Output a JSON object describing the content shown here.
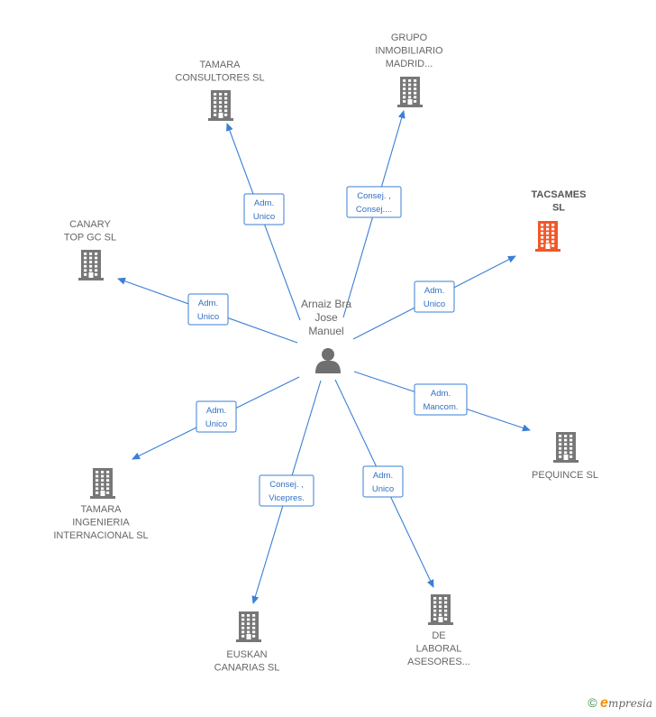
{
  "center": {
    "name_lines": [
      "Arnaiz Bra",
      "Jose",
      "Manuel"
    ],
    "icon": "person-icon"
  },
  "companies": [
    {
      "id": "tamara-consultores",
      "name_lines": [
        "TAMARA",
        "CONSULTORES SL"
      ],
      "icon": "building-icon",
      "color": "#777777"
    },
    {
      "id": "grupo-inmobiliario",
      "name_lines": [
        "GRUPO",
        "INMOBILIARIO",
        "MADRID..."
      ],
      "icon": "building-icon",
      "color": "#777777"
    },
    {
      "id": "tacsames",
      "name_lines": [
        "TACSAMES",
        "SL"
      ],
      "icon": "building-icon",
      "color": "#f0582a",
      "highlight": true
    },
    {
      "id": "canary-top-gc",
      "name_lines": [
        "CANARY",
        "TOP GC SL"
      ],
      "icon": "building-icon",
      "color": "#777777"
    },
    {
      "id": "pequince",
      "name_lines": [
        "PEQUINCE  SL"
      ],
      "icon": "building-icon",
      "color": "#777777"
    },
    {
      "id": "tamara-ingenieria",
      "name_lines": [
        "TAMARA",
        "INGENIERIA",
        "INTERNACIONAL SL"
      ],
      "icon": "building-icon",
      "color": "#777777"
    },
    {
      "id": "euskan-canarias",
      "name_lines": [
        "EUSKAN",
        "CANARIAS  SL"
      ],
      "icon": "building-icon",
      "color": "#777777"
    },
    {
      "id": "de-laboral",
      "name_lines": [
        "DE",
        "LABORAL",
        "ASESORES..."
      ],
      "icon": "building-icon",
      "color": "#777777"
    }
  ],
  "relations": [
    {
      "to": "tamara-consultores",
      "role_lines": [
        "Adm.",
        "Unico"
      ]
    },
    {
      "to": "grupo-inmobiliario",
      "role_lines": [
        "Consej. ,",
        "Consej...."
      ]
    },
    {
      "to": "tacsames",
      "role_lines": [
        "Adm.",
        "Unico"
      ]
    },
    {
      "to": "canary-top-gc",
      "role_lines": [
        "Adm.",
        "Unico"
      ]
    },
    {
      "to": "pequince",
      "role_lines": [
        "Adm.",
        "Mancom."
      ]
    },
    {
      "to": "tamara-ingenieria",
      "role_lines": [
        "Adm.",
        "Unico"
      ]
    },
    {
      "to": "euskan-canarias",
      "role_lines": [
        "Consej. ,",
        "Vicepres."
      ]
    },
    {
      "to": "de-laboral",
      "role_lines": [
        "Adm.",
        "Unico"
      ]
    }
  ],
  "colors": {
    "edge": "#3a7fd5",
    "building": "#777777",
    "highlight": "#f0582a"
  },
  "footer": {
    "copyright": "©",
    "brand_initial": "e",
    "brand_rest": "mpresia"
  }
}
